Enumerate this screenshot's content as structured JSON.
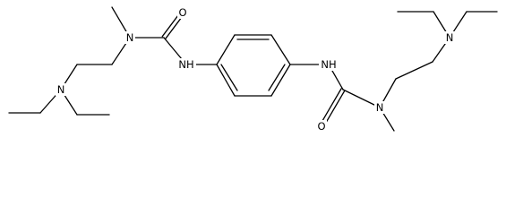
{
  "structure": {
    "atom_labels": {
      "o_left": "O",
      "n_methyl_left": "N",
      "n_amine_left": "N",
      "nh_left": "NH",
      "nh_right": "NH",
      "n_methyl_right": "N",
      "n_amine_right": "N",
      "o_right": "O"
    }
  },
  "colors": {
    "bond": "#000000",
    "label": "#000000",
    "background": "#ffffff"
  }
}
